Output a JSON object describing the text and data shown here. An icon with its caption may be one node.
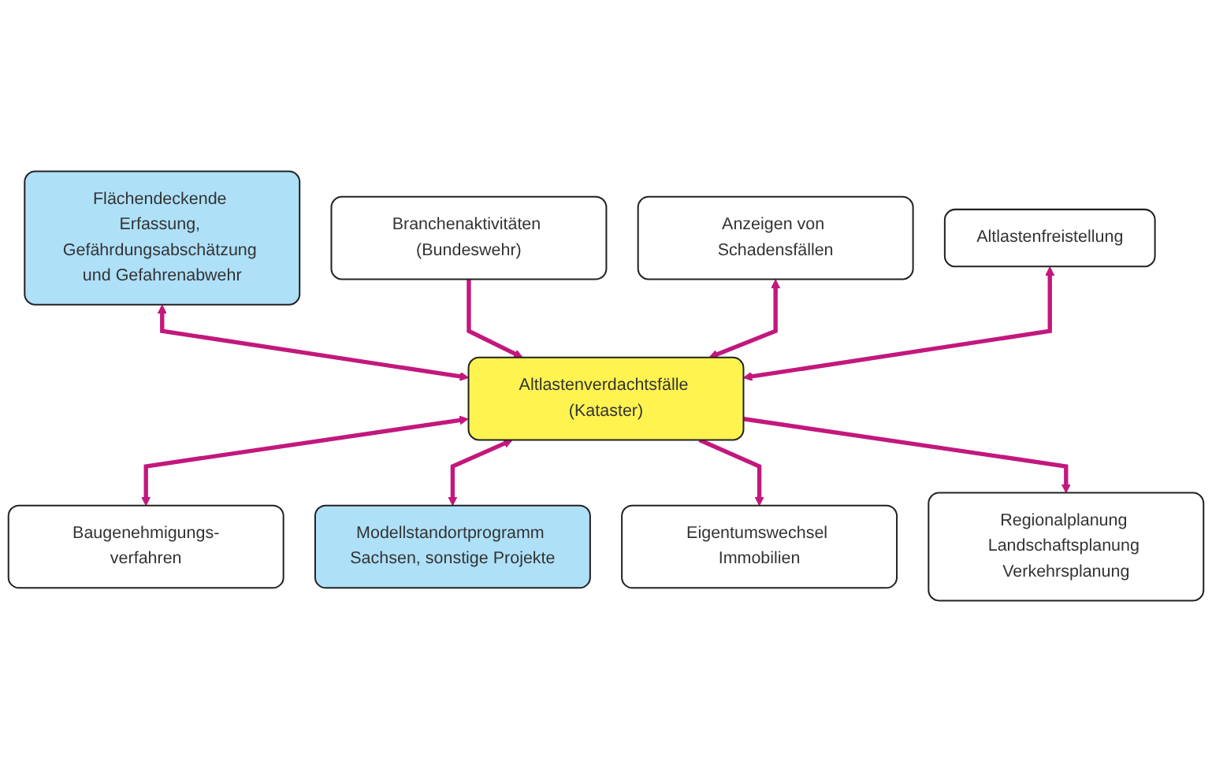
{
  "diagram": {
    "nodes": [
      {
        "text": [
          "Flächendeckende Erfassung, Gefährdungsabschätzung und Gefahrenabwehr"
        ]
      },
      {
        "text": [
          "Branchenaktivitäten (Bundeswehr)"
        ]
      },
      {
        "text": [
          "Anzeigen von Schadensfällen"
        ]
      },
      {
        "text": [
          "Altlastenfreistellung"
        ]
      },
      {
        "text": [
          "Altlastenverdachtsfälle (Kataster)"
        ]
      },
      {
        "text": [
          "Baugenehmigungs-verfahren"
        ]
      },
      {
        "text": [
          "Modellstandortprogramm Sachsen, sonstige Projekte"
        ]
      },
      {
        "text": [
          "Eigentumswechsel Immobilien"
        ]
      },
      {
        "text": [
          "Regionalplanung Landschaftsplanung Verkehrsplanung"
        ]
      }
    ],
    "edges": [
      {
        "from": 0,
        "to": 4,
        "arrow": "both"
      },
      {
        "from": 1,
        "to": 4,
        "arrow": "to"
      },
      {
        "from": 2,
        "to": 4,
        "arrow": "both"
      },
      {
        "from": 3,
        "to": 4,
        "arrow": "both"
      },
      {
        "from": 4,
        "to": 5,
        "arrow": "both"
      },
      {
        "from": 4,
        "to": 6,
        "arrow": "both"
      },
      {
        "from": 4,
        "to": 7,
        "arrow": "to"
      },
      {
        "from": 4,
        "to": 8,
        "arrow": "to"
      }
    ]
  }
}
